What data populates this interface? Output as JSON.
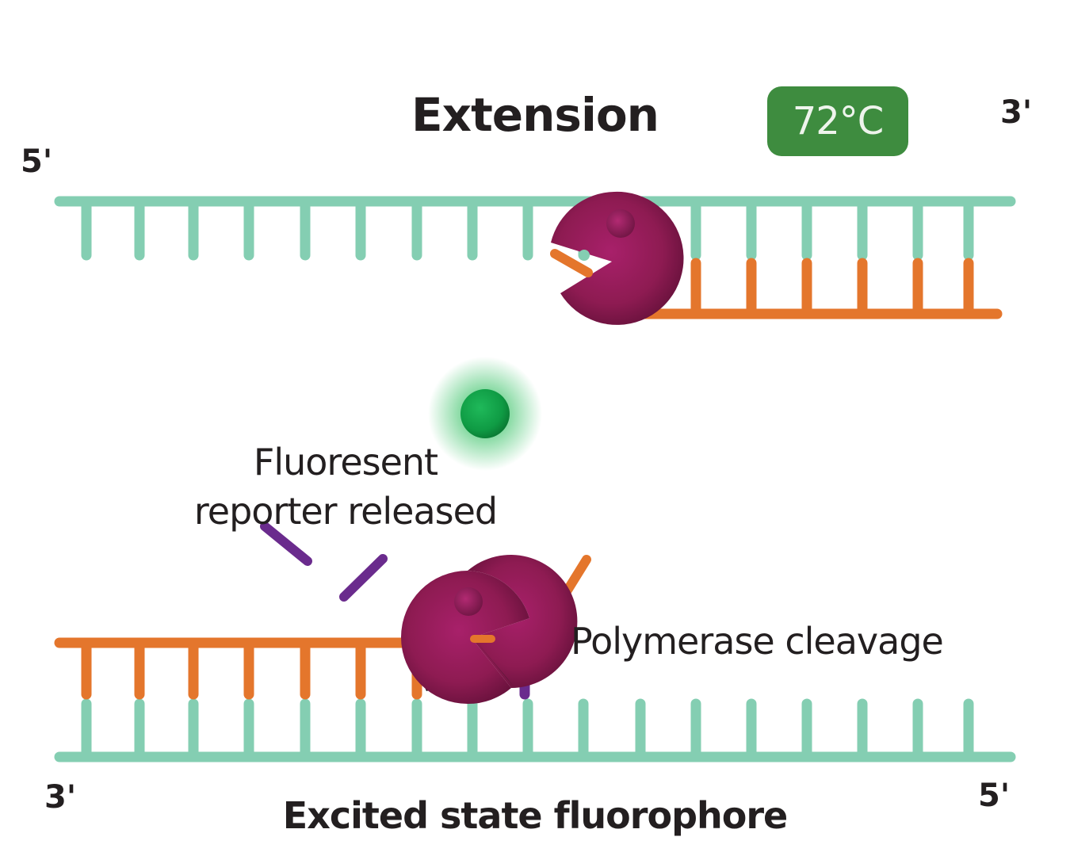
{
  "title": "Extension",
  "temperature": "72°C",
  "strand_ends": {
    "top_left": "5'",
    "top_right": "3'",
    "bottom_left": "3'",
    "bottom_right": "5'"
  },
  "labels": {
    "fluorescent_line1": "Fluoresent",
    "fluorescent_line2": "reporter released",
    "cleavage": "Polymerase cleavage"
  },
  "subtitle": "Excited state fluorophore",
  "colors": {
    "template_strand": "#84ceb2",
    "new_strand": "#e4762c",
    "probe": "#6a2b8d",
    "polymerase": "#8e1b52",
    "fluorophore": "#11a04a",
    "temperature_badge": "#3e8c3f",
    "text": "#231f20"
  }
}
